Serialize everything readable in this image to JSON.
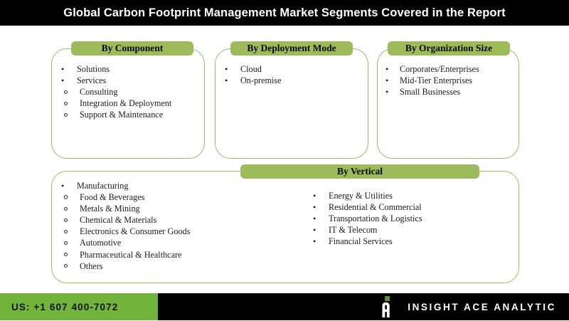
{
  "header": {
    "title": "Global Carbon Footprint Management Market Segments Covered in the Report"
  },
  "segments": [
    {
      "title": "By Component",
      "items": [
        {
          "label": "Solutions",
          "children": []
        },
        {
          "label": "Services",
          "children": [
            "Consulting",
            "Integration & Deployment",
            "Support & Maintenance"
          ]
        }
      ]
    },
    {
      "title": "By Deployment Mode",
      "items": [
        {
          "label": "Cloud",
          "children": []
        },
        {
          "label": "On-premise",
          "children": []
        }
      ]
    },
    {
      "title": "By Organization Size",
      "items": [
        {
          "label": "Corporates/Enterprises",
          "children": []
        },
        {
          "label": "Mid-Tier Enterprises",
          "children": []
        },
        {
          "label": "Small Businesses",
          "children": []
        }
      ]
    }
  ],
  "vertical": {
    "title": "By Vertical",
    "left_items": [
      {
        "label": "Manufacturing",
        "children": [
          "Food & Beverages",
          "Metals & Mining",
          "Chemical & Materials",
          "Electronics & Consumer Goods",
          "Automotive",
          "Pharmaceutical & Healthcare",
          "Others"
        ]
      }
    ],
    "right_items": [
      {
        "label": "Energy & Utilities",
        "children": []
      },
      {
        "label": "Residential & Commercial",
        "children": []
      },
      {
        "label": "Transportation & Logistics",
        "children": []
      },
      {
        "label": "IT & Telecom",
        "children": []
      },
      {
        "label": "Financial Services",
        "children": []
      }
    ]
  },
  "footer": {
    "phone": "US: +1 607 400-7072",
    "brand_name": "INSIGHT ACE ANALYTIC"
  },
  "colors": {
    "pill_green": "#9EBB5C",
    "border_green": "#9CB968",
    "footer_green": "#72B33C",
    "bar_black": "#000000",
    "logo_green": "#5E8C3A"
  }
}
